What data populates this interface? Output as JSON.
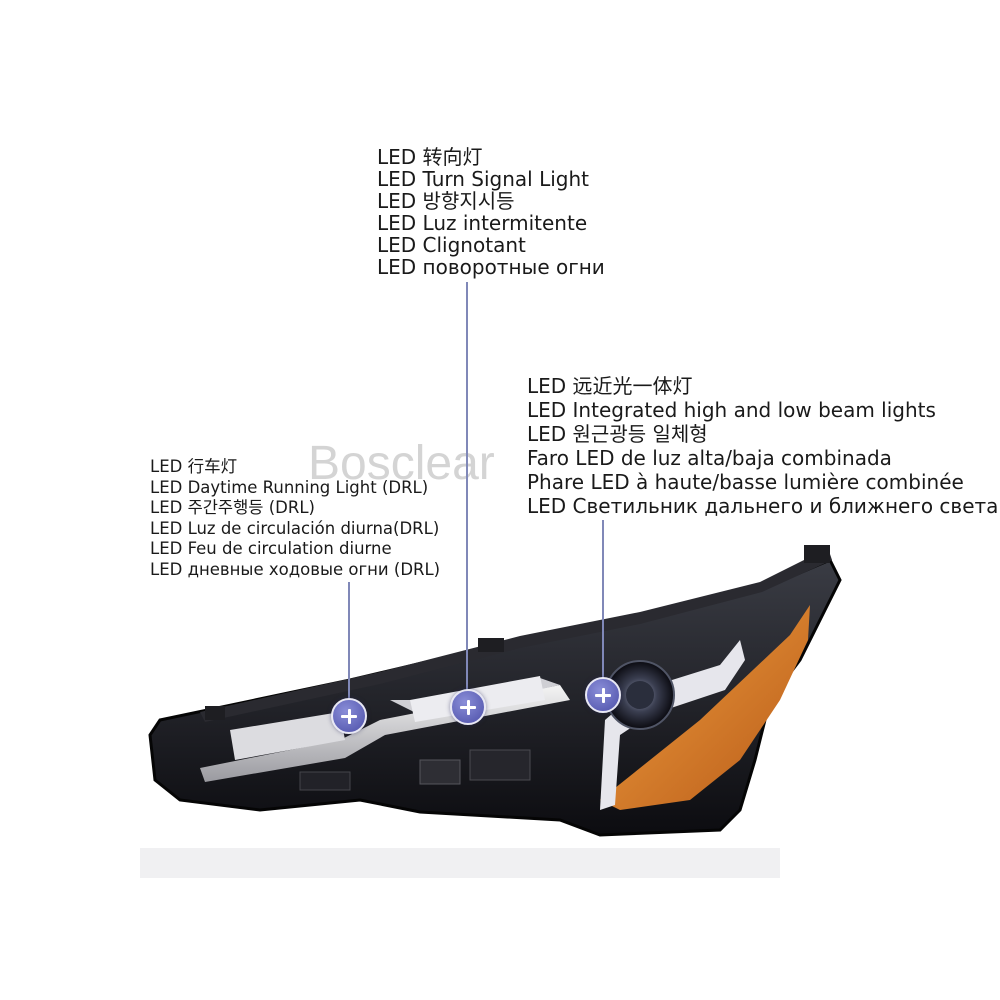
{
  "watermark": "Bosclear",
  "callouts": {
    "turn_signal": {
      "lines": [
        "LED 转向灯",
        "LED Turn Signal Light",
        "LED 방향지시등",
        "LED Luz intermitente",
        "LED Clignotant",
        "LED поворотные огни"
      ]
    },
    "high_low_beam": {
      "lines": [
        "LED 远近光一体灯",
        "LED Integrated high and low beam lights",
        "LED 원근광등 일체형",
        "Faro LED de luz alta/baja combinada",
        "Phare LED à haute/basse lumière combinée",
        "LED Светильник дальнего и ближнего света"
      ]
    },
    "drl": {
      "lines": [
        "LED 行车灯",
        "LED Daytime Running Light (DRL)",
        "LED 주간주행등 (DRL)",
        "LED Luz de circulación diurna(DRL)",
        "LED Feu de circulation diurne",
        "LED дневные ходовые огни (DRL)"
      ]
    }
  },
  "colors": {
    "marker": "#5a5db8",
    "leader_line": "#8088b8",
    "amber_reflector": "#d9822b",
    "housing": "#141416"
  },
  "icons": [
    "plus-marker-icon"
  ]
}
